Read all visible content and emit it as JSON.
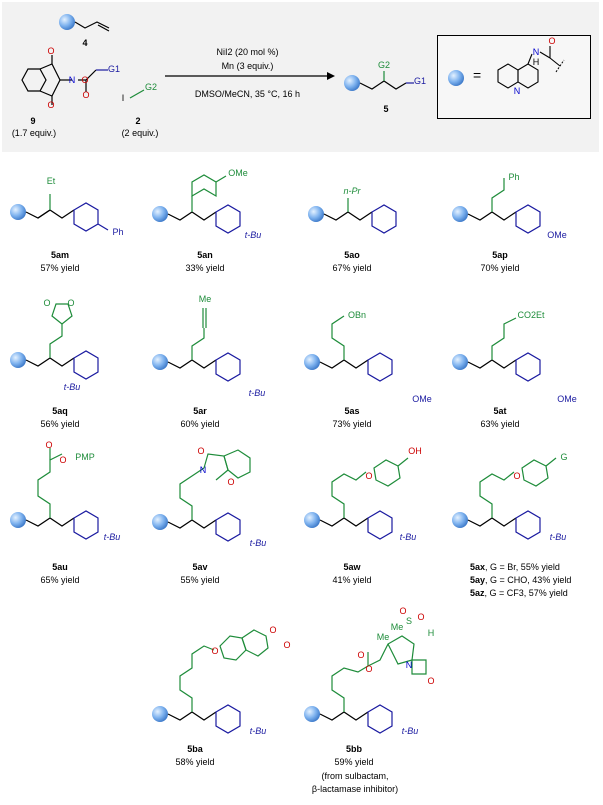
{
  "scheme": {
    "reagent_4_id": "4",
    "reagent_9_id": "9",
    "reagent_9_equiv": "(1.7 equiv.)",
    "reagent_2_id": "2",
    "reagent_2_equiv": "(2 equiv.)",
    "reagent_2_label": "I",
    "g1": "G1",
    "g2": "G2",
    "cond_line1": "NiI2 (20 mol %)",
    "cond_line2": "Mn (3 equiv.)",
    "cond_line3": "DMSO/MeCN, 35 °C, 16 h",
    "product_id": "5",
    "legend_eq": "=",
    "legend_n": "N",
    "legend_nh": "N",
    "legend_h": "H",
    "legend_o": "O"
  },
  "compounds": [
    {
      "id": "5am",
      "yield": "57% yield",
      "subs": [
        "Et",
        "Ph"
      ]
    },
    {
      "id": "5an",
      "yield": "33% yield",
      "subs": [
        "OMe",
        "t-Bu"
      ]
    },
    {
      "id": "5ao",
      "yield": "67% yield",
      "subs": [
        "n-Pr"
      ]
    },
    {
      "id": "5ap",
      "yield": "70% yield",
      "subs": [
        "Ph",
        "OMe"
      ]
    },
    {
      "id": "5aq",
      "yield": "56% yield",
      "subs": [
        "O",
        "O",
        "t-Bu"
      ]
    },
    {
      "id": "5ar",
      "yield": "60% yield",
      "subs": [
        "Me",
        "t-Bu"
      ]
    },
    {
      "id": "5as",
      "yield": "73% yield",
      "subs": [
        "OBn",
        "OMe"
      ]
    },
    {
      "id": "5at",
      "yield": "63% yield",
      "subs": [
        "CO2Et",
        "OMe"
      ]
    },
    {
      "id": "5au",
      "yield": "65% yield",
      "subs": [
        "O",
        "O",
        "PMP",
        "t-Bu"
      ]
    },
    {
      "id": "5av",
      "yield": "55% yield",
      "subs": [
        "O",
        "N",
        "O",
        "t-Bu"
      ]
    },
    {
      "id": "5aw",
      "yield": "41% yield",
      "subs": [
        "OH",
        "O",
        "t-Bu"
      ]
    },
    {
      "id": "5ax",
      "yield": "G = Br, 55% yield",
      "subs": [
        "G",
        "O",
        "t-Bu"
      ]
    },
    {
      "id": "5ay",
      "yield": "G = CHO, 43% yield",
      "subs": []
    },
    {
      "id": "5az",
      "yield": "G = CF3, 57% yield",
      "subs": []
    },
    {
      "id": "5ba",
      "yield": "58% yield",
      "subs": [
        "O",
        "O",
        "O",
        "t-Bu"
      ]
    },
    {
      "id": "5bb",
      "yield": "59% yield",
      "subs": [
        "O",
        "O",
        "Me",
        "Me",
        "S",
        "O",
        "O",
        "H",
        "N",
        "O",
        "t-Bu"
      ]
    }
  ],
  "notes": {
    "bb_line1": "(from sulbactam,",
    "bb_line2": "β-lactamase inhibitor)"
  },
  "colors": {
    "sphere": "#7fb3ef",
    "green": "#1e8c3a",
    "blue": "#1a1aa0",
    "panel": "#f2f2f2"
  }
}
